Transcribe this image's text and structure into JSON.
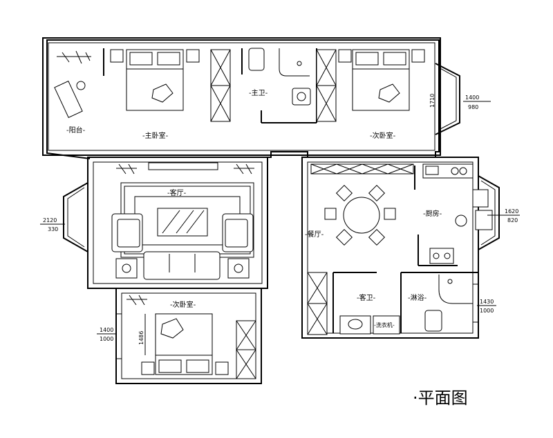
{
  "title": "·平面图",
  "rooms": {
    "balcony": "-阳台-",
    "master_bedroom": "-主卧室-",
    "master_bath": "-主卫-",
    "second_bedroom_ne": "-次卧室-",
    "living_room": "-客厅-",
    "dining_room": "-餐厅-",
    "kitchen": "-厨房-",
    "guest_bath": "-客卫-",
    "shower": "-淋浴-",
    "second_bedroom_sw": "-次卧室-"
  },
  "fixtures": {
    "washer": "-洗衣机-"
  },
  "dimensions": {
    "ne_window_top": "1400",
    "ne_window_bottom": "980",
    "ne_wall": "1710",
    "kitchen_window_top": "1620",
    "kitchen_window_bottom": "820",
    "shower_window_top": "1430",
    "shower_window_bottom": "1000",
    "living_window_top": "2120",
    "living_window_bottom": "330",
    "sw_window_top": "1400",
    "sw_window_bottom": "1000",
    "sw_wall": "1486"
  }
}
